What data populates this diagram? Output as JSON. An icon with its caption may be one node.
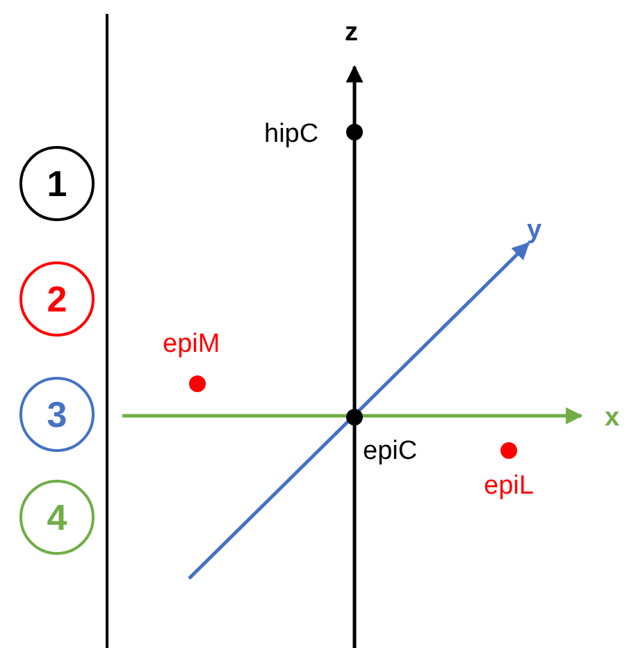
{
  "diagram": {
    "nodes": [
      {
        "text": [
          "1"
        ]
      },
      {
        "text": [
          "2"
        ]
      },
      {
        "text": [
          "3"
        ]
      },
      {
        "text": [
          "4"
        ]
      }
    ],
    "labels": [
      "z",
      "hipC",
      "y",
      "epiM",
      "x",
      "epiC",
      "epiL"
    ]
  }
}
